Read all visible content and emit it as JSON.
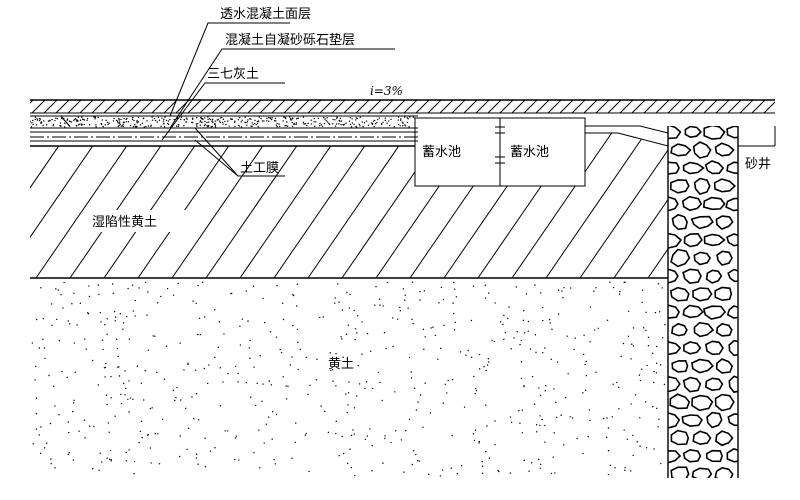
{
  "labels": {
    "permeable_concrete": "透水混凝土面层",
    "self_compacting_gravel": "混凝土自凝砂砾石垫层",
    "lime_soil": "三七灰土",
    "slope": "i=3%",
    "geomembrane": "土工膜",
    "reservoir_left": "蓄水池",
    "reservoir_right": "蓄水池",
    "sand_well": "砂井",
    "collapsible_loess": "湿陷性黄土",
    "loess": "黄土"
  },
  "colors": {
    "line": "#000000",
    "background": "#ffffff"
  }
}
